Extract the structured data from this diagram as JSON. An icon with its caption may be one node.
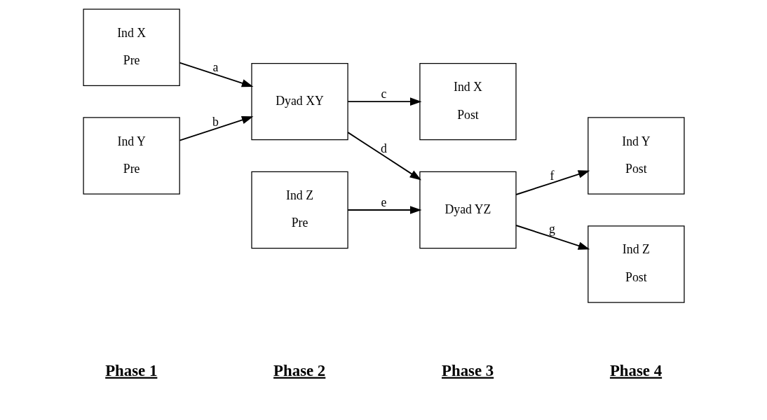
{
  "diagram": {
    "nodes": [
      {
        "text": [
          "Ind X",
          "Pre"
        ]
      },
      {
        "text": [
          "Ind Y",
          "Pre"
        ]
      },
      {
        "text": [
          "Dyad XY"
        ]
      },
      {
        "text": [
          "Ind Z",
          "Pre"
        ]
      },
      {
        "text": [
          "Ind X",
          "Post"
        ]
      },
      {
        "text": [
          "Dyad YZ"
        ]
      },
      {
        "text": [
          "Ind Y",
          "Post"
        ]
      },
      {
        "text": [
          "Ind Z",
          "Post"
        ]
      }
    ],
    "edges": [
      {
        "from": 0,
        "to": 2,
        "arrow": "to",
        "label": "a"
      },
      {
        "from": 1,
        "to": 2,
        "arrow": "to",
        "label": "b"
      },
      {
        "from": 2,
        "to": 4,
        "arrow": "to",
        "label": "c"
      },
      {
        "from": 2,
        "to": 5,
        "arrow": "to",
        "label": "d"
      },
      {
        "from": 3,
        "to": 5,
        "arrow": "to",
        "label": "e"
      },
      {
        "from": 5,
        "to": 6,
        "arrow": "to",
        "label": "f"
      },
      {
        "from": 5,
        "to": 7,
        "arrow": "to",
        "label": "g"
      }
    ],
    "labels": [
      "Phase 1",
      "Phase 2",
      "Phase 3",
      "Phase 4"
    ]
  }
}
